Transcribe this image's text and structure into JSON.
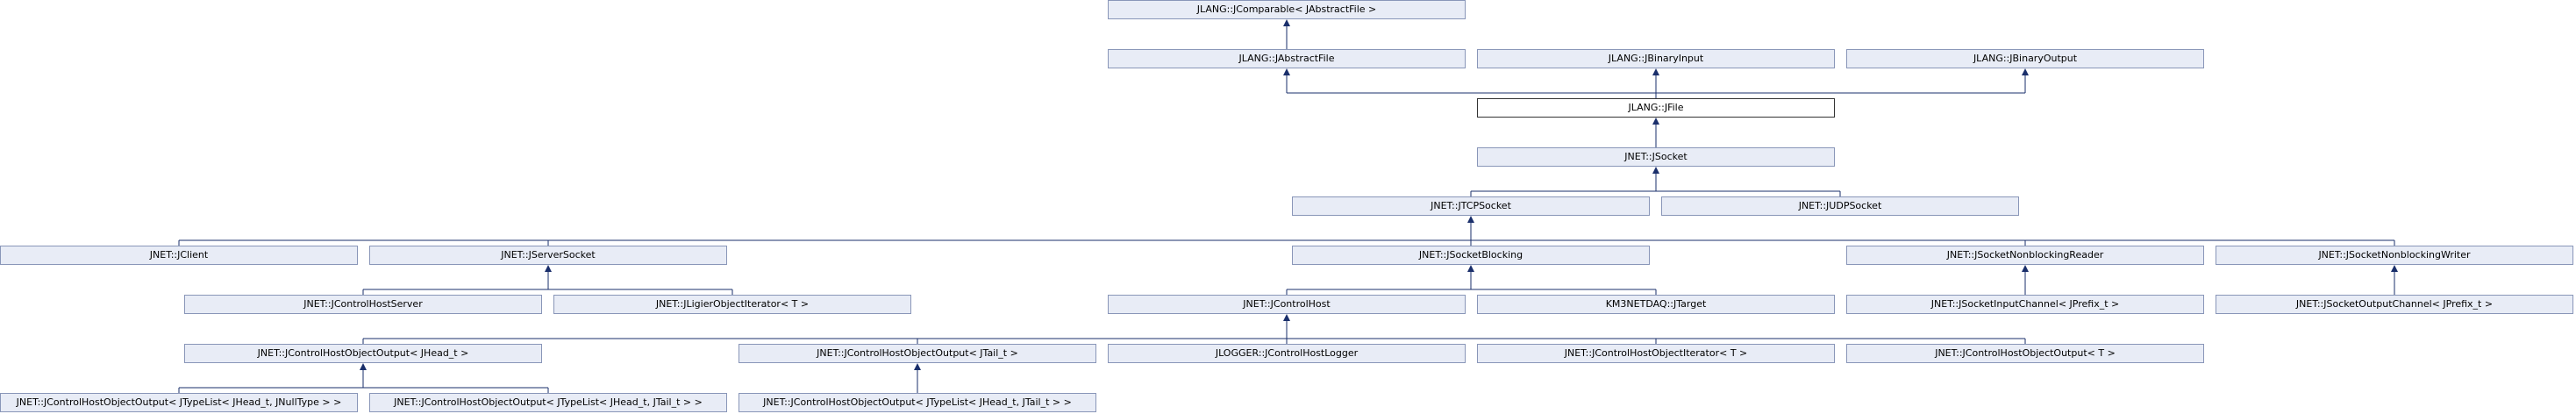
{
  "diagram": {
    "current_node": "jlang-jfile",
    "nodes": [
      {
        "id": "jlang-jcomparable",
        "label": "JLANG::JComparable< JAbstractFile >"
      },
      {
        "id": "jlang-jabstractfile",
        "label": "JLANG::JAbstractFile"
      },
      {
        "id": "jlang-jbinaryinput",
        "label": "JLANG::JBinaryInput"
      },
      {
        "id": "jlang-jbinaryoutput",
        "label": "JLANG::JBinaryOutput"
      },
      {
        "id": "jlang-jfile",
        "label": "JLANG::JFile"
      },
      {
        "id": "jnet-jsocket",
        "label": "JNET::JSocket"
      },
      {
        "id": "jnet-jtcpsocket",
        "label": "JNET::JTCPSocket"
      },
      {
        "id": "jnet-judpsocket",
        "label": "JNET::JUDPSocket"
      },
      {
        "id": "jnet-jclient",
        "label": "JNET::JClient"
      },
      {
        "id": "jnet-jserversocket",
        "label": "JNET::JServerSocket"
      },
      {
        "id": "jnet-jsocketblocking",
        "label": "JNET::JSocketBlocking"
      },
      {
        "id": "jnet-jsocketnonblockingreader",
        "label": "JNET::JSocketNonblockingReader"
      },
      {
        "id": "jnet-jsocketnonblockingwriter",
        "label": "JNET::JSocketNonblockingWriter"
      },
      {
        "id": "jnet-jcontrolhostserver",
        "label": "JNET::JControlHostServer"
      },
      {
        "id": "jnet-jligierobjectiterator",
        "label": "JNET::JLigierObjectIterator< T >"
      },
      {
        "id": "jnet-jcontrolhost",
        "label": "JNET::JControlHost"
      },
      {
        "id": "km3netdaq-jtarget",
        "label": "KM3NETDAQ::JTarget"
      },
      {
        "id": "jnet-jsocketinputchannel",
        "label": "JNET::JSocketInputChannel< JPrefix_t >"
      },
      {
        "id": "jnet-jsocketoutputchannel",
        "label": "JNET::JSocketOutputChannel< JPrefix_t >"
      },
      {
        "id": "jnet-jchoo-jhead",
        "label": "JNET::JControlHostObjectOutput< JHead_t >"
      },
      {
        "id": "jnet-jchoo-jtail",
        "label": "JNET::JControlHostObjectOutput< JTail_t >"
      },
      {
        "id": "jlogger-jcontrolhostlogger",
        "label": "JLOGGER::JControlHostLogger"
      },
      {
        "id": "jnet-jcontrolhostobjectiterator",
        "label": "JNET::JControlHostObjectIterator< T >"
      },
      {
        "id": "jnet-jchoo-t",
        "label": "JNET::JControlHostObjectOutput< T >"
      },
      {
        "id": "jnet-jchoo-typelist-jnulltype",
        "label": "JNET::JControlHostObjectOutput< JTypeList< JHead_t, JNullType > >"
      },
      {
        "id": "jnet-jchoo-typelist-jtail-a",
        "label": "JNET::JControlHostObjectOutput< JTypeList< JHead_t, JTail_t > >"
      },
      {
        "id": "jnet-jchoo-typelist-jtail-b",
        "label": "JNET::JControlHostObjectOutput< JTypeList< JHead_t, JTail_t > >"
      }
    ],
    "edges": [
      {
        "parent": "jlang-jcomparable",
        "children": [
          "jlang-jabstractfile"
        ]
      },
      {
        "parent": "jlang-jabstractfile",
        "children": [
          "jlang-jfile"
        ]
      },
      {
        "parent": "jlang-jbinaryinput",
        "children": [
          "jlang-jfile"
        ]
      },
      {
        "parent": "jlang-jbinaryoutput",
        "children": [
          "jlang-jfile"
        ]
      },
      {
        "parent": "jlang-jfile",
        "children": [
          "jnet-jsocket"
        ]
      },
      {
        "parent": "jnet-jsocket",
        "children": [
          "jnet-jtcpsocket",
          "jnet-judpsocket"
        ]
      },
      {
        "parent": "jnet-jtcpsocket",
        "children": [
          "jnet-jclient",
          "jnet-jserversocket",
          "jnet-jsocketblocking",
          "jnet-jsocketnonblockingreader",
          "jnet-jsocketnonblockingwriter"
        ]
      },
      {
        "parent": "jnet-jserversocket",
        "children": [
          "jnet-jcontrolhostserver",
          "jnet-jligierobjectiterator"
        ]
      },
      {
        "parent": "jnet-jsocketblocking",
        "children": [
          "jnet-jcontrolhost",
          "km3netdaq-jtarget"
        ]
      },
      {
        "parent": "jnet-jsocketnonblockingreader",
        "children": [
          "jnet-jsocketinputchannel"
        ]
      },
      {
        "parent": "jnet-jsocketnonblockingwriter",
        "children": [
          "jnet-jsocketoutputchannel"
        ]
      },
      {
        "parent": "jnet-jcontrolhost",
        "children": [
          "jnet-jchoo-jhead",
          "jnet-jchoo-jtail",
          "jlogger-jcontrolhostlogger",
          "jnet-jcontrolhostobjectiterator",
          "jnet-jchoo-t"
        ]
      },
      {
        "parent": "jnet-jchoo-jhead",
        "children": [
          "jnet-jchoo-typelist-jnulltype",
          "jnet-jchoo-typelist-jtail-a"
        ]
      },
      {
        "parent": "jnet-jchoo-jtail",
        "children": [
          "jnet-jchoo-typelist-jtail-b"
        ]
      }
    ]
  }
}
